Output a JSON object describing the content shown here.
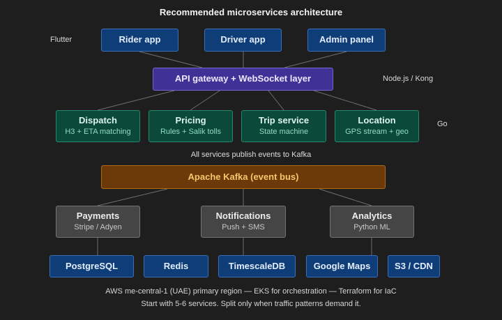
{
  "title": "Recommended microservices architecture",
  "side_labels": {
    "flutter": "Flutter",
    "node_kong": "Node.js / Kong",
    "go": "Go"
  },
  "clients": [
    {
      "label": "Rider app"
    },
    {
      "label": "Driver app"
    },
    {
      "label": "Admin panel"
    }
  ],
  "gateway": {
    "label": "API gateway + WebSocket layer"
  },
  "core_services": [
    {
      "label": "Dispatch",
      "sub": "H3 + ETA matching"
    },
    {
      "label": "Pricing",
      "sub": "Rules + Salik tolls"
    },
    {
      "label": "Trip service",
      "sub": "State machine"
    },
    {
      "label": "Location",
      "sub": "GPS stream + geo"
    }
  ],
  "kafka_note": "All services publish events to Kafka",
  "event_bus": {
    "label": "Apache Kafka (event bus)"
  },
  "consumers": [
    {
      "label": "Payments",
      "sub": "Stripe / Adyen"
    },
    {
      "label": "Notifications",
      "sub": "Push + SMS"
    },
    {
      "label": "Analytics",
      "sub": "Python ML"
    }
  ],
  "stores": [
    {
      "label": "PostgreSQL"
    },
    {
      "label": "Redis"
    },
    {
      "label": "TimescaleDB"
    },
    {
      "label": "Google Maps"
    },
    {
      "label": "S3 / CDN"
    }
  ],
  "footer": {
    "line1": "AWS me-central-1 (UAE) primary region — EKS for orchestration — Terraform for IaC",
    "line2": "Start with 5-6 services. Split only when traffic patterns demand it."
  },
  "colors": {
    "background": "#1e1e1e",
    "client_blue": "#0e3d78",
    "gateway_purple": "#3f3195",
    "service_green": "#0b4a3a",
    "kafka_orange": "#6b3a08",
    "consumer_gray": "#454545"
  }
}
